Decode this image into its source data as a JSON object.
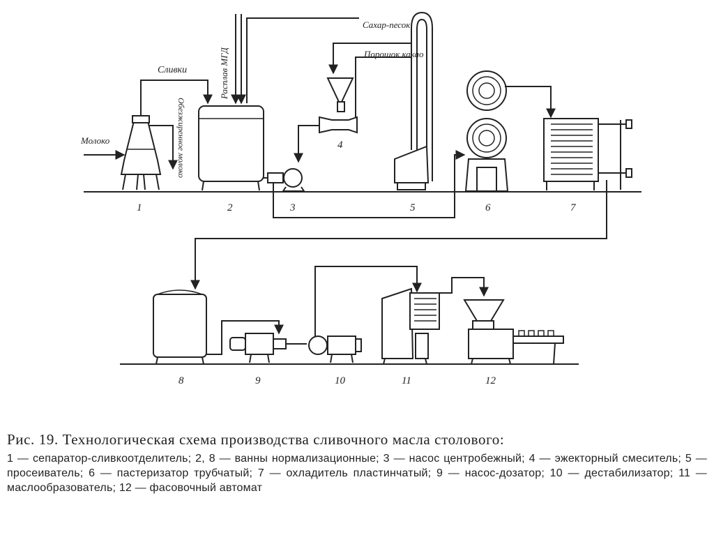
{
  "labels": {
    "milk": "Молоко",
    "cream": "Сливки",
    "skim_milk": "Обезжиренное молоко",
    "mgd_melt": "Расплав МГД",
    "sugar_sand": "Сахар-песок",
    "cocoa_powder": "Порошок какао"
  },
  "equipment_numbers": [
    "1",
    "2",
    "3",
    "4",
    "5",
    "6",
    "7",
    "8",
    "9",
    "10",
    "11",
    "12"
  ],
  "caption": {
    "title": "Рис. 19. Технологическая схема производства сливочного масла столового:",
    "legend": [
      "1 — сепаратор-сливкоотделитель;",
      "2, 8 — ванны нормализационные;",
      "3 — насос центробежный;",
      "4 — эжекторный смеситель;",
      "5 — просеиватель;",
      "6 — пастеризатор трубчатый;",
      "7 — охладитель пластинчатый;",
      "9 — насос-дозатор;",
      "10 — дестабилизатор;",
      "11 — маслообразователь;",
      "12 — фасовочный автомат"
    ]
  }
}
